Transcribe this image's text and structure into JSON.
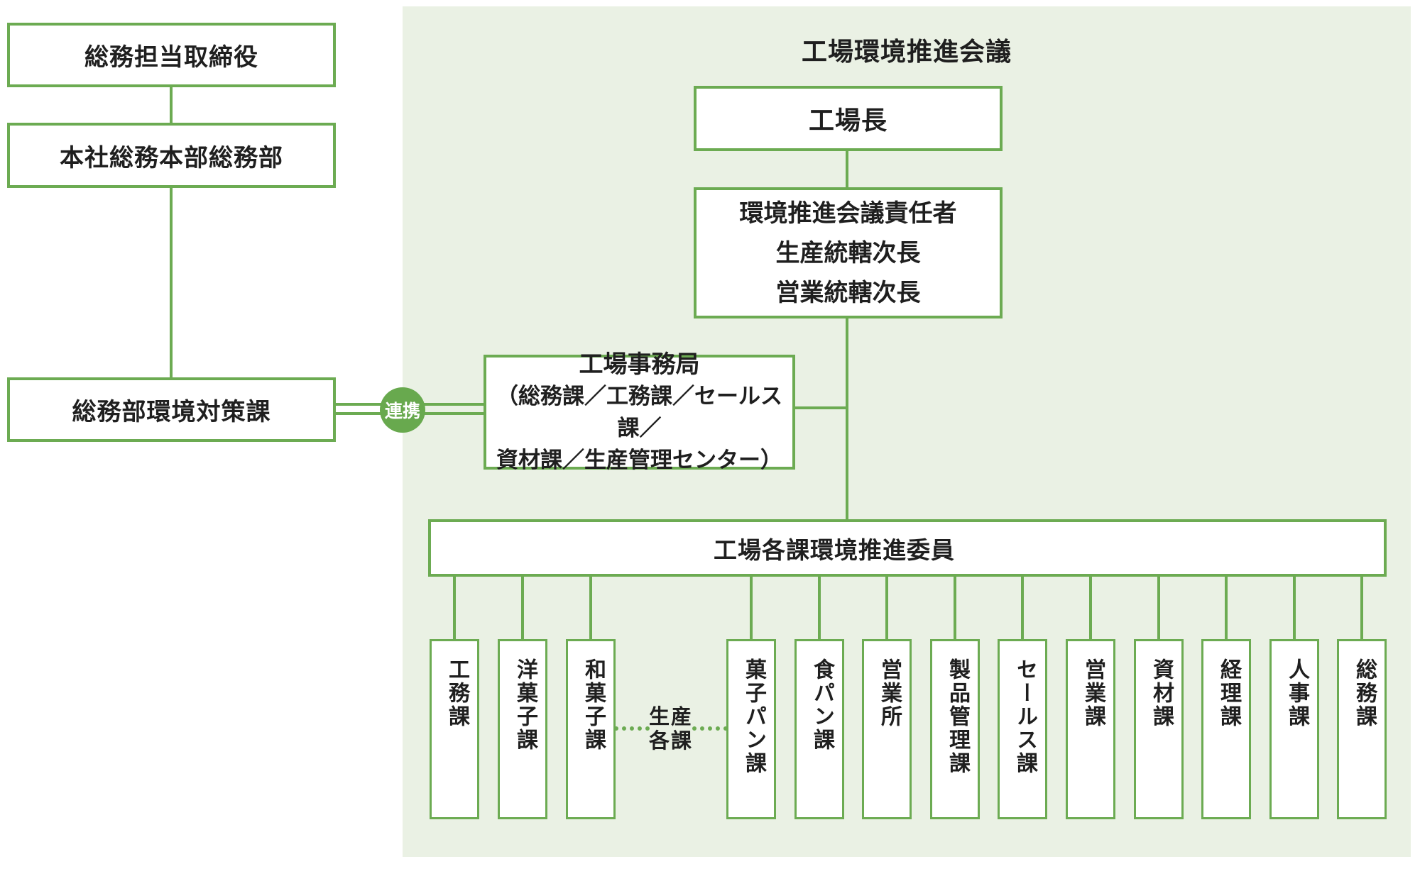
{
  "palette": {
    "green_border": "#6cab52",
    "panel_bg": "#eaf1e4",
    "badge_bg": "#68a94e",
    "text": "#1f1f1f",
    "box_bg": "#ffffff"
  },
  "left_column": {
    "boxes": [
      {
        "label": "総務担当取締役"
      },
      {
        "label": "本社総務本部総務部"
      },
      {
        "label": "総務部環境対策課"
      }
    ]
  },
  "link": {
    "label": "連携"
  },
  "panel": {
    "title": "工場環境推進会議",
    "factory_head": "工場長",
    "council": {
      "lines": [
        "環境推進会議責任者",
        "生産統轄次長",
        "営業統轄次長"
      ]
    },
    "secretariat": {
      "lines": [
        "工場事務局",
        "（総務課／工務課／セールス課／",
        "資材課／生産管理センター）"
      ]
    },
    "committee_label": "工場各課環境推進委員",
    "departments": [
      "工務課",
      "洋菓子課",
      "和菓子課",
      "菓子パン課",
      "食パン課",
      "営業所",
      "製品管理課",
      "セールス課",
      "営業課",
      "資材課",
      "経理課",
      "人事課",
      "総務課"
    ],
    "production_note": {
      "lines": [
        "生産",
        "各課"
      ]
    }
  }
}
